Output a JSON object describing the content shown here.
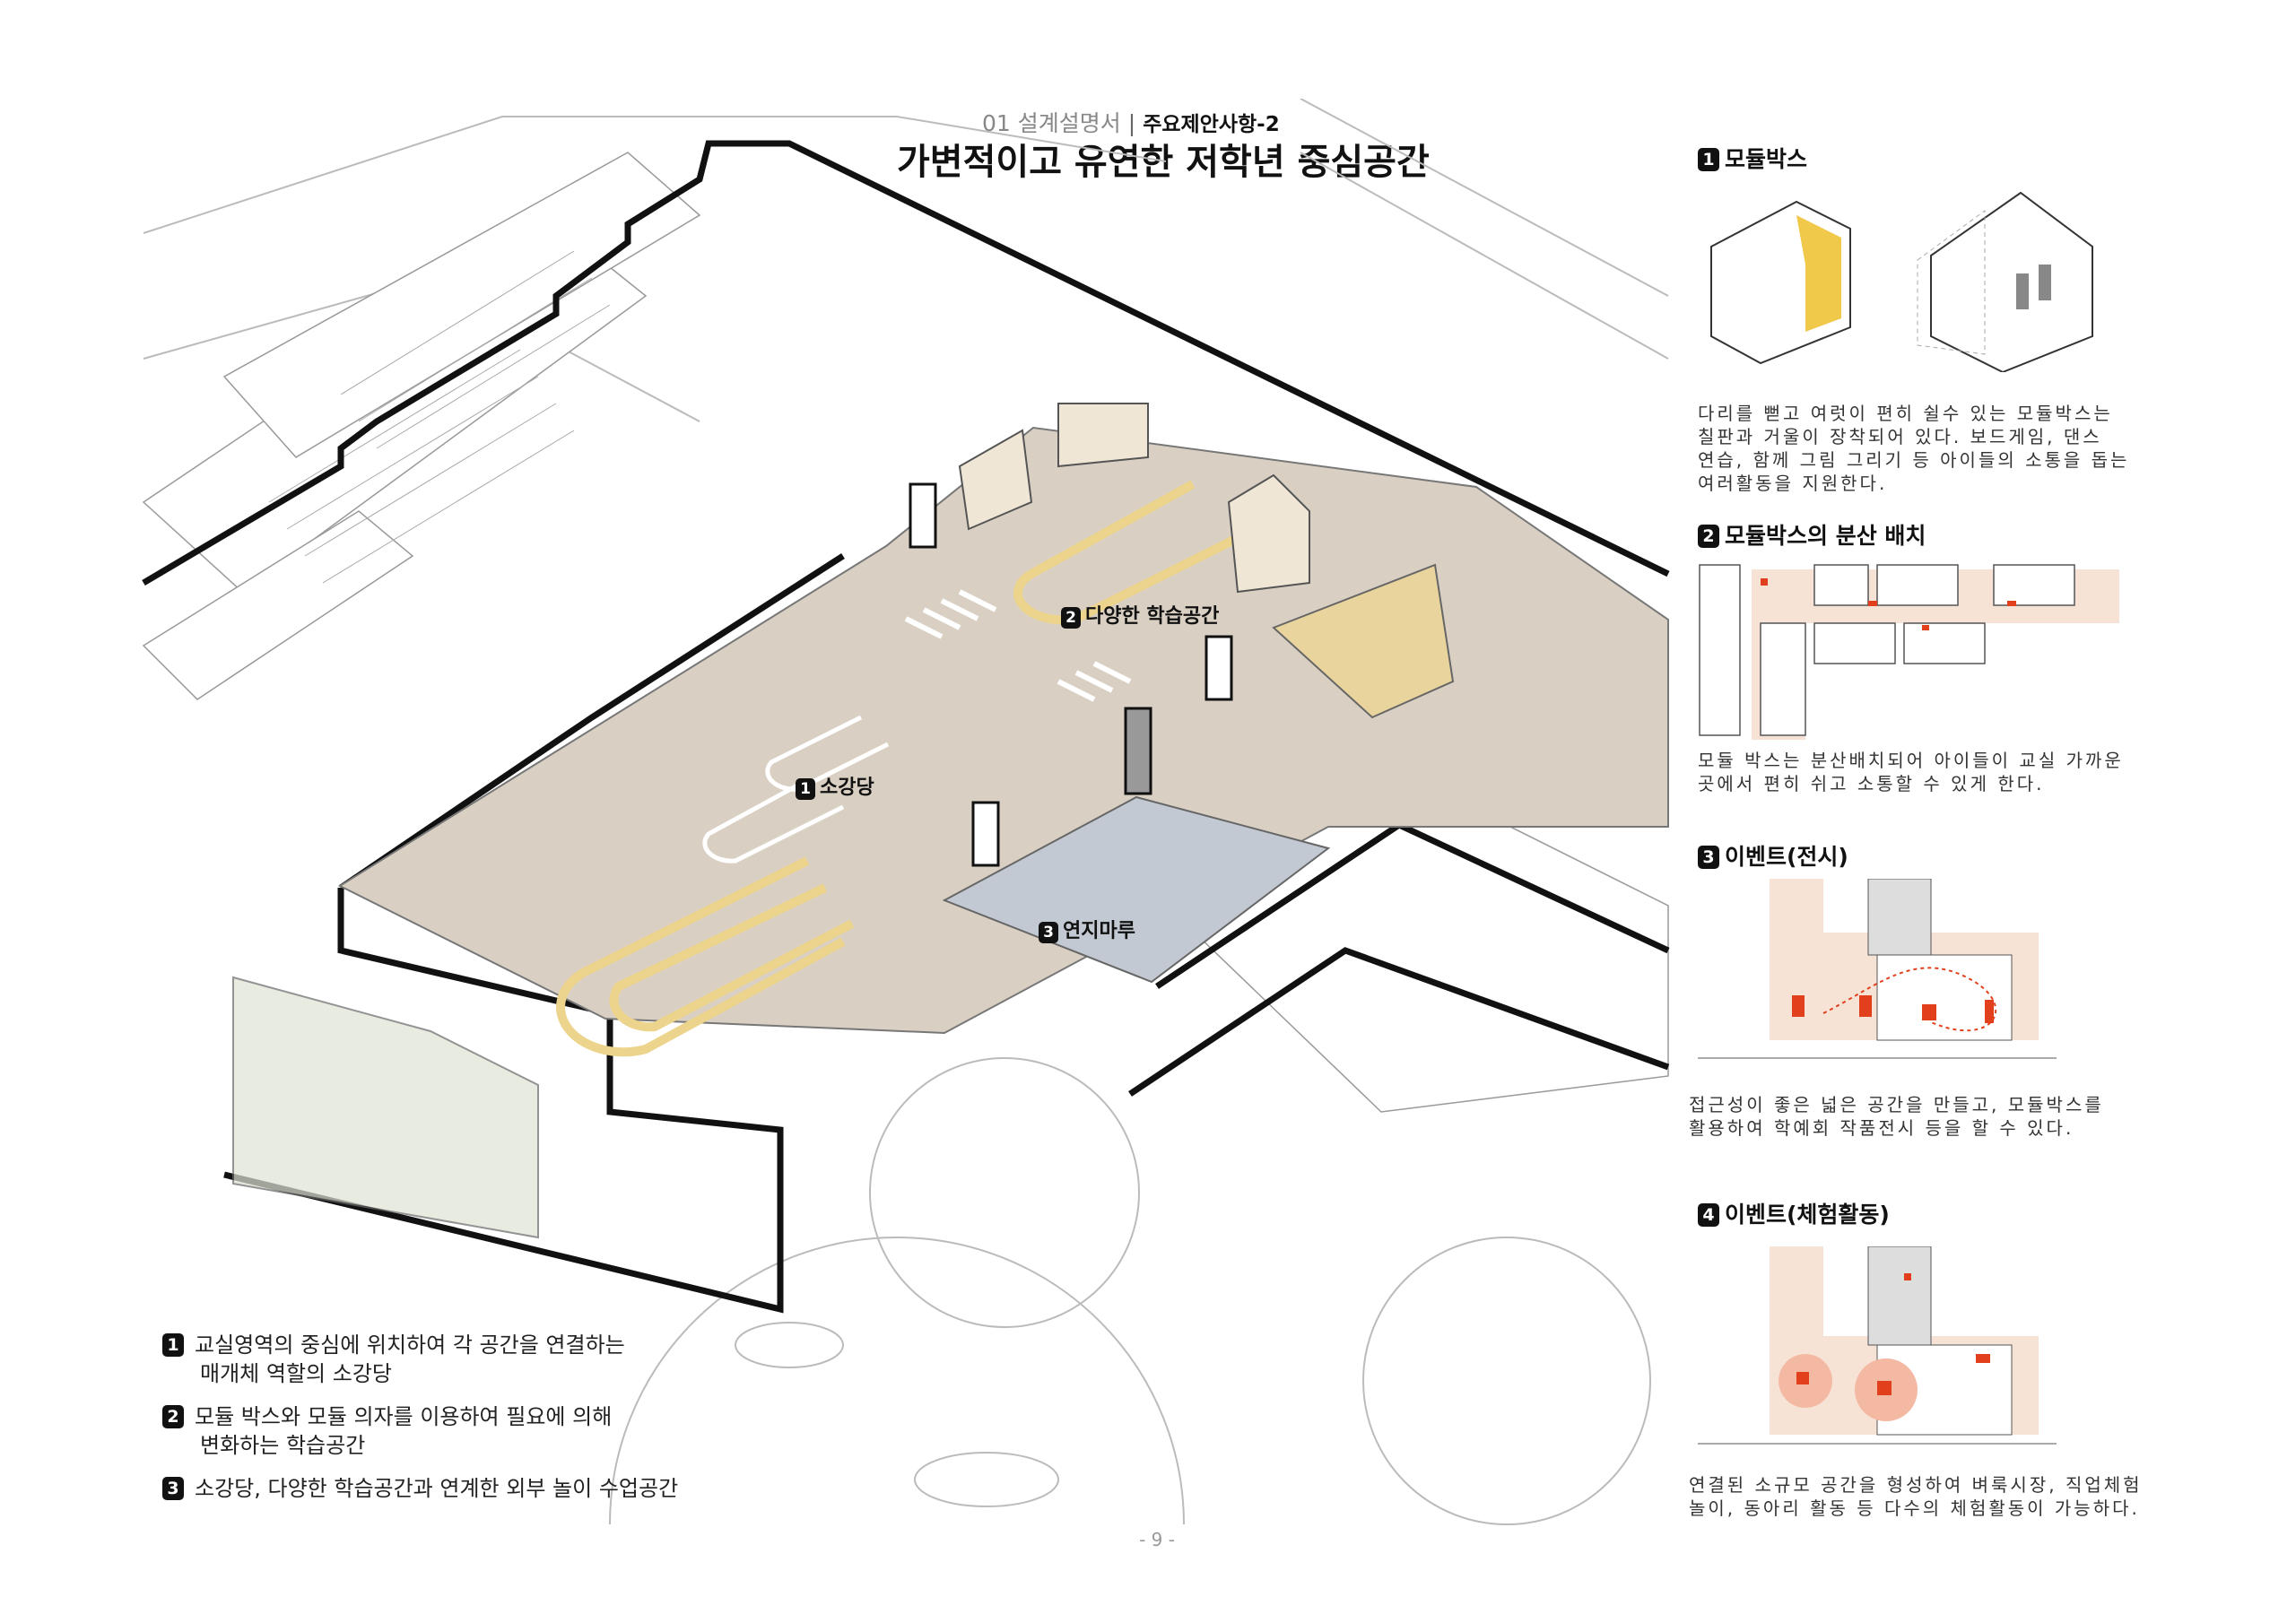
{
  "header": {
    "section": "01 설계설명서",
    "separator": "|",
    "current": "주요제안사항-2",
    "title": "가변적이고 유연한 저학년 중심공간"
  },
  "drawing_labels": [
    {
      "num": "1",
      "text": "소강당"
    },
    {
      "num": "2",
      "text": "다양한 학습공간"
    },
    {
      "num": "3",
      "text": "연지마루"
    }
  ],
  "notes": [
    {
      "num": "1",
      "lines": [
        "교실영역의 중심에 위치하여 각 공간을 연결하는",
        "매개체 역할의 소강당"
      ]
    },
    {
      "num": "2",
      "lines": [
        "모듈 박스와 모듈 의자를 이용하여 필요에 의해",
        "변화하는 학습공간"
      ]
    },
    {
      "num": "3",
      "lines": [
        "소강당, 다양한 학습공간과 연계한 외부 놀이 수업공간"
      ]
    }
  ],
  "right_panel": [
    {
      "num": "1",
      "heading": "모듈박스",
      "lines": [
        "다리를 뻗고 여럿이 편히 쉴수 있는 모듈박스는",
        "칠판과 거울이 장착되어 있다. 보드게임, 댄스",
        "연습, 함께 그림 그리기 등 아이들의 소통을 돕는",
        "여러활동을 지원한다."
      ]
    },
    {
      "num": "2",
      "heading": "모듈박스의 분산 배치",
      "lines": [
        "모듈 박스는 분산배치되어 아이들이 교실 가까운",
        "곳에서 편히 쉬고 소통할 수 있게 한다."
      ]
    },
    {
      "num": "3",
      "heading": "이벤트(전시)",
      "lines": [
        "접근성이 좋은 넓은 공간을 만들고, 모듈박스를",
        "활용하여 학예회 작품전시 등을 할 수 있다."
      ]
    },
    {
      "num": "4",
      "heading": "이벤트(체험활동)",
      "lines": [
        "연결된 소규모 공간을 형성하여 벼룩시장, 직업체험",
        "놀이, 동아리 활동 등 다수의 체험활동이 가능하다."
      ]
    }
  ],
  "page_number": "- 9 -",
  "colors": {
    "floor": "#d9d0c3",
    "yellow": "#ecd48c",
    "blue": "#c3c9d2",
    "accent": "#e2401c",
    "pale": "#f7e3d6"
  }
}
